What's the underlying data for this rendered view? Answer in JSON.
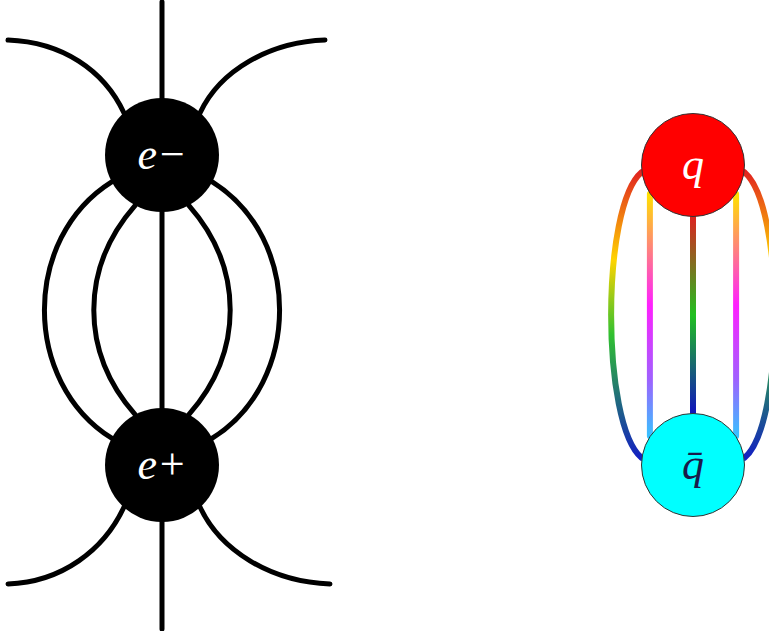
{
  "diagram": {
    "nodes": [
      {
        "text": [
          "e−"
        ]
      },
      {
        "text": [
          "e+"
        ]
      },
      {
        "text": [
          "q"
        ]
      },
      {
        "text": [
          "q̄"
        ]
      }
    ],
    "edges": [
      {
        "from": 0,
        "to": 1,
        "arrow": "none"
      },
      {
        "from": 0,
        "to": 1,
        "arrow": "none"
      },
      {
        "from": 0,
        "to": 1,
        "arrow": "none"
      },
      {
        "from": 0,
        "to": 1,
        "arrow": "none"
      },
      {
        "from": 0,
        "to": 1,
        "arrow": "none"
      },
      {
        "from": 2,
        "to": 3,
        "arrow": "none"
      },
      {
        "from": 2,
        "to": 3,
        "arrow": "none"
      },
      {
        "from": 2,
        "to": 3,
        "arrow": "none"
      },
      {
        "from": 2,
        "to": 3,
        "arrow": "none"
      },
      {
        "from": 2,
        "to": 3,
        "arrow": "none"
      }
    ]
  }
}
